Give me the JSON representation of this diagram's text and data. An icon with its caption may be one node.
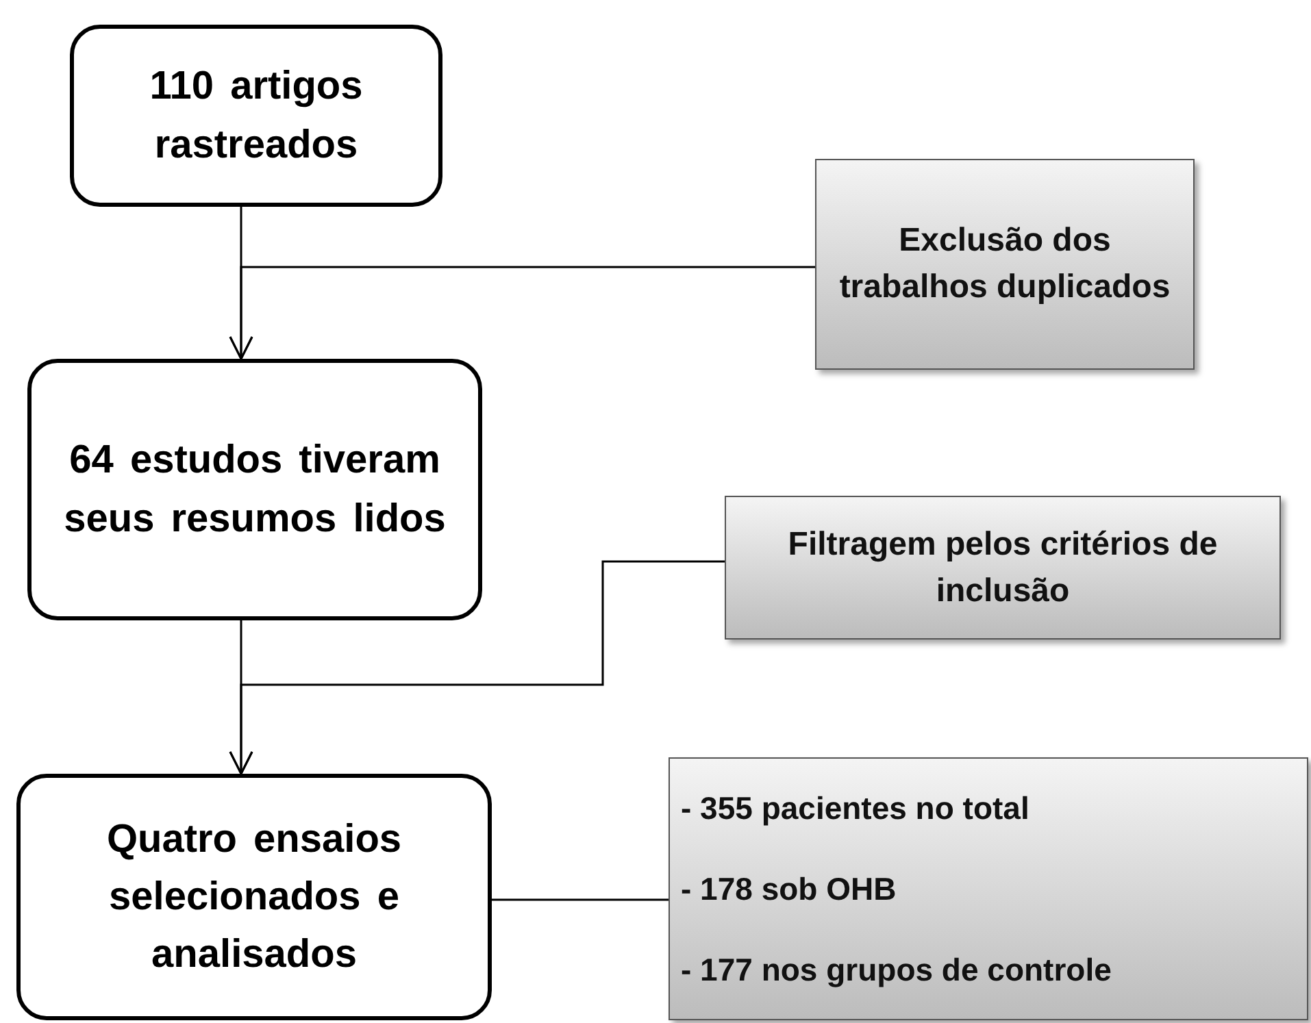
{
  "diagram": {
    "nodes": [
      {
        "text": [
          "110 artigos rastreados"
        ]
      },
      {
        "text": [
          "Exclusão dos trabalhos duplicados"
        ]
      },
      {
        "text": [
          "64 estudos tiveram seus resumos lidos"
        ]
      },
      {
        "text": [
          "Filtragem pelos critérios de inclusão"
        ]
      },
      {
        "text": [
          "Quatro ensaios selecionados e analisados"
        ]
      },
      {
        "text": [
          "- 355 pacientes no total",
          "- 178 sob OHB",
          "- 177 nos grupos de controle"
        ]
      }
    ],
    "edges": [
      {
        "from": 0,
        "to": 2,
        "arrow": "to"
      },
      {
        "from": 1,
        "to": 2,
        "arrow": "to"
      },
      {
        "from": 2,
        "to": 4,
        "arrow": "to"
      },
      {
        "from": 3,
        "to": 4,
        "arrow": "to"
      },
      {
        "from": 4,
        "to": 5,
        "arrow": "none"
      }
    ]
  }
}
